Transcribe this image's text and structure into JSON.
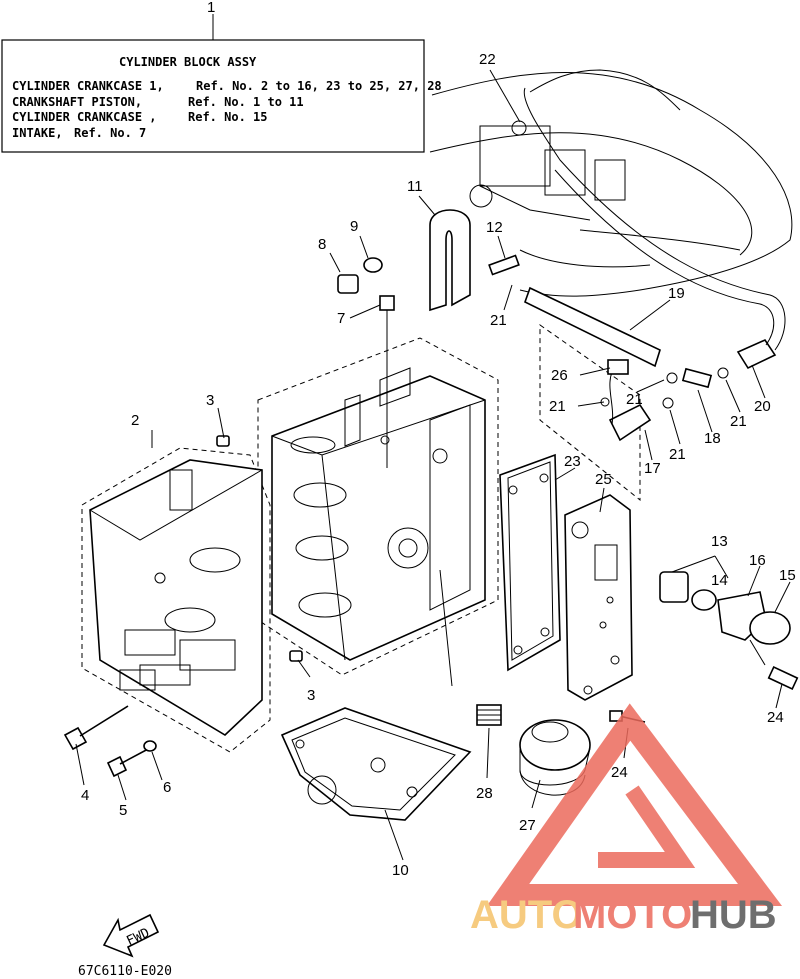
{
  "assembly_box": {
    "ref": "1",
    "title": "CYLINDER BLOCK ASSY",
    "rows": [
      {
        "name": "CYLINDER CRANKCASE 1,",
        "refs": "Ref. No. 2 to 16, 23 to 25, 27, 28"
      },
      {
        "name": "CRANKSHAFT PISTON,",
        "refs": "Ref. No. 1 to 11"
      },
      {
        "name": "CYLINDER CRANKCASE ,",
        "refs": "Ref. No. 15"
      },
      {
        "name": "INTAKE,",
        "refs": "Ref. No. 7"
      }
    ]
  },
  "callouts": {
    "n2": "2",
    "n3a": "3",
    "n3b": "3",
    "n4": "4",
    "n5": "5",
    "n6": "6",
    "n7": "7",
    "n8": "8",
    "n9": "9",
    "n10": "10",
    "n11": "11",
    "n12": "12",
    "n13": "13",
    "n14": "14",
    "n15": "15",
    "n16": "16",
    "n17": "17",
    "n18": "18",
    "n19": "19",
    "n20": "20",
    "n21a": "21",
    "n21b": "21",
    "n21c": "21",
    "n21d": "21",
    "n21e": "21",
    "n22": "22",
    "n23": "23",
    "n24a": "24",
    "n24b": "24",
    "n25": "25",
    "n26": "26",
    "n27": "27",
    "n28": "28"
  },
  "fwd_label": "FWD",
  "drawing_code": "67C6110-E020",
  "watermark": {
    "part1": "AUTO",
    "part2": "MOTO",
    "part3": "HUB",
    "colors": {
      "auto": "#f5c26b",
      "moto": "#ec6a5c",
      "hub": "#555555",
      "logo": "#ec6a5c"
    }
  }
}
